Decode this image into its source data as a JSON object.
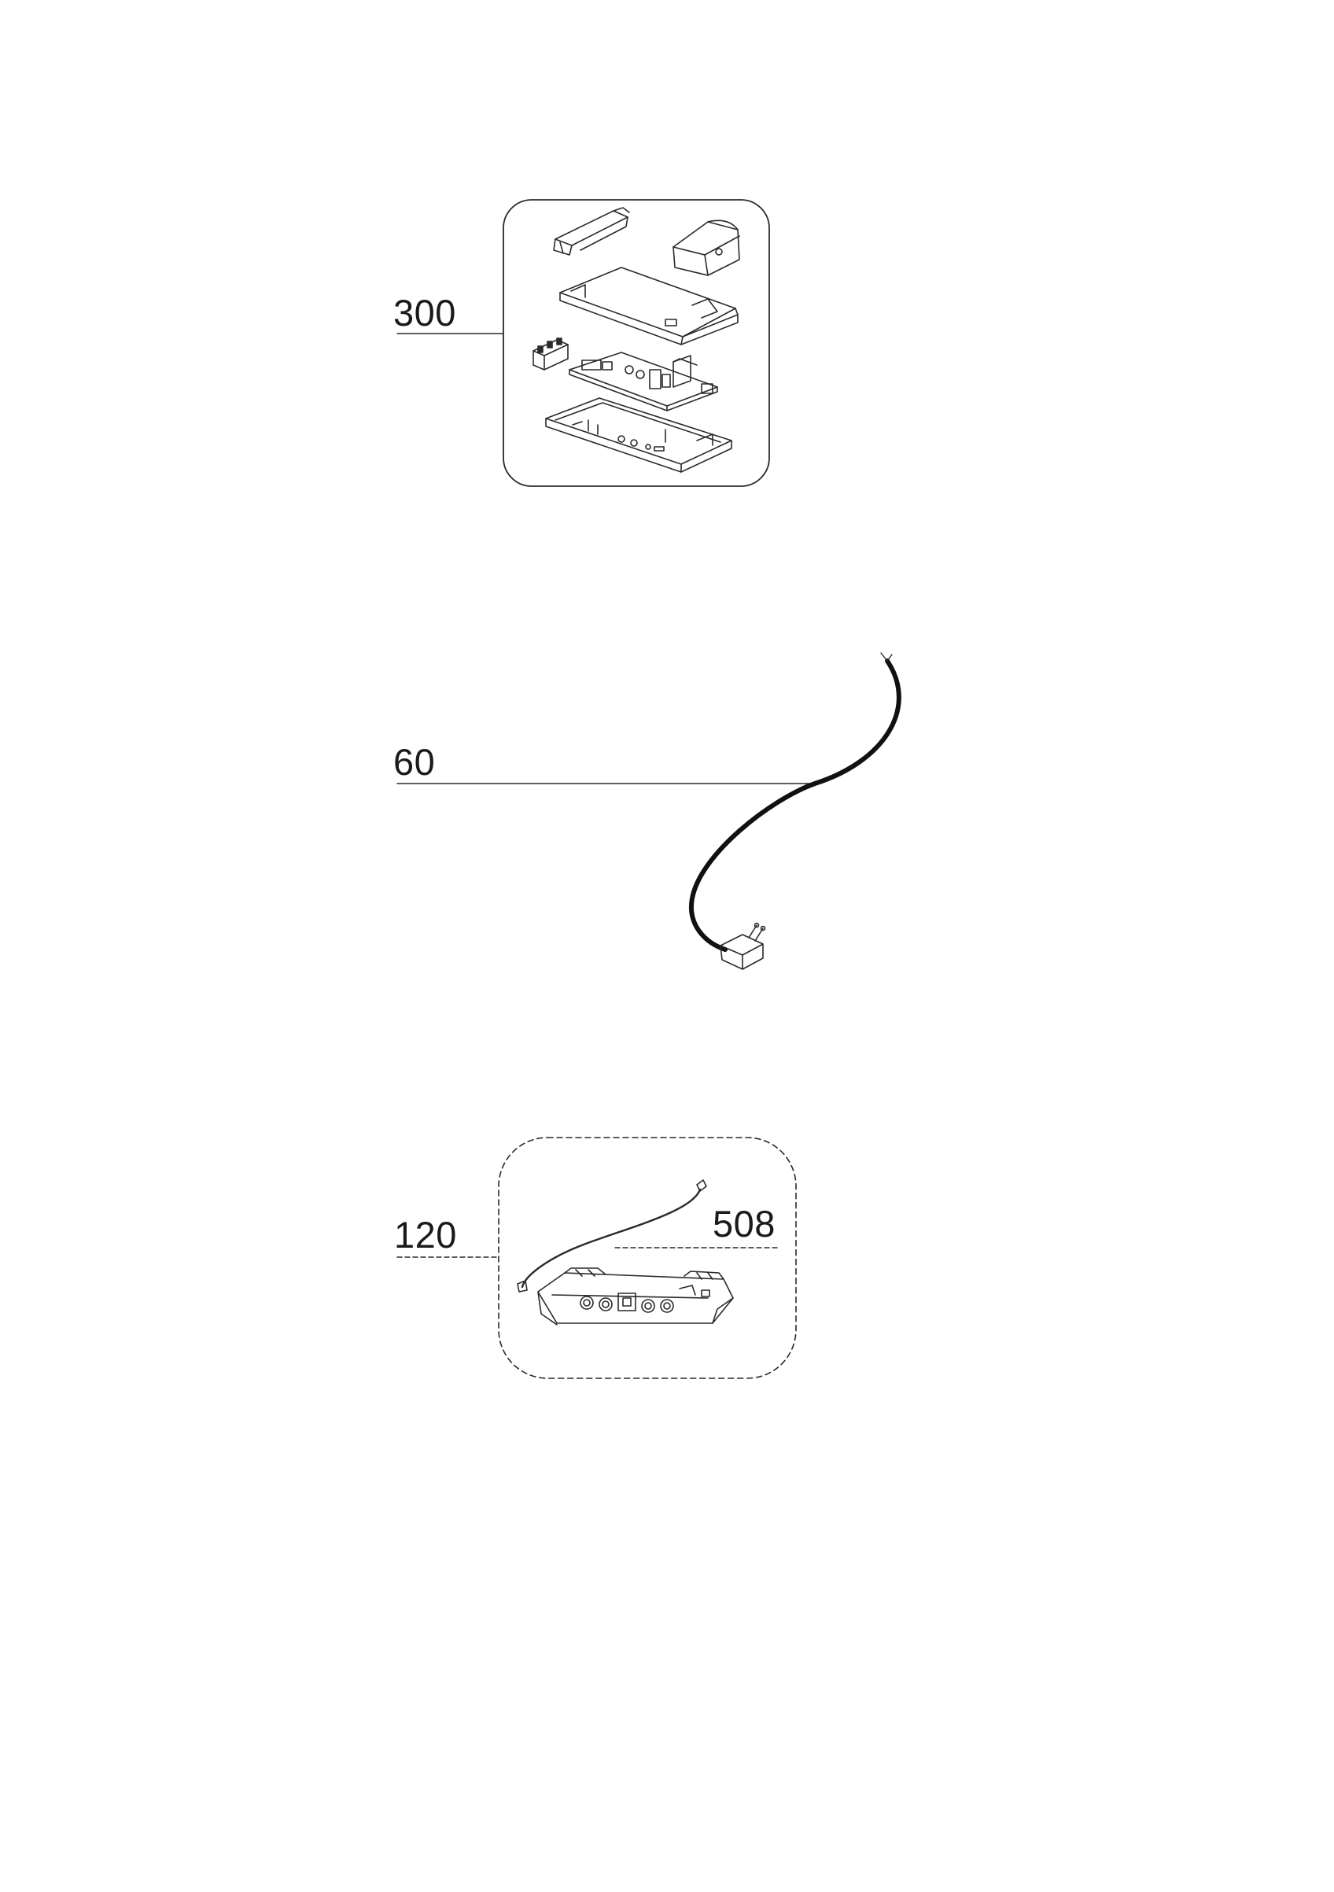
{
  "diagram": {
    "callouts": {
      "control_module_kit": "300",
      "power_cord": "60",
      "button_board_kit": "120",
      "button_board_harness": "508"
    }
  }
}
